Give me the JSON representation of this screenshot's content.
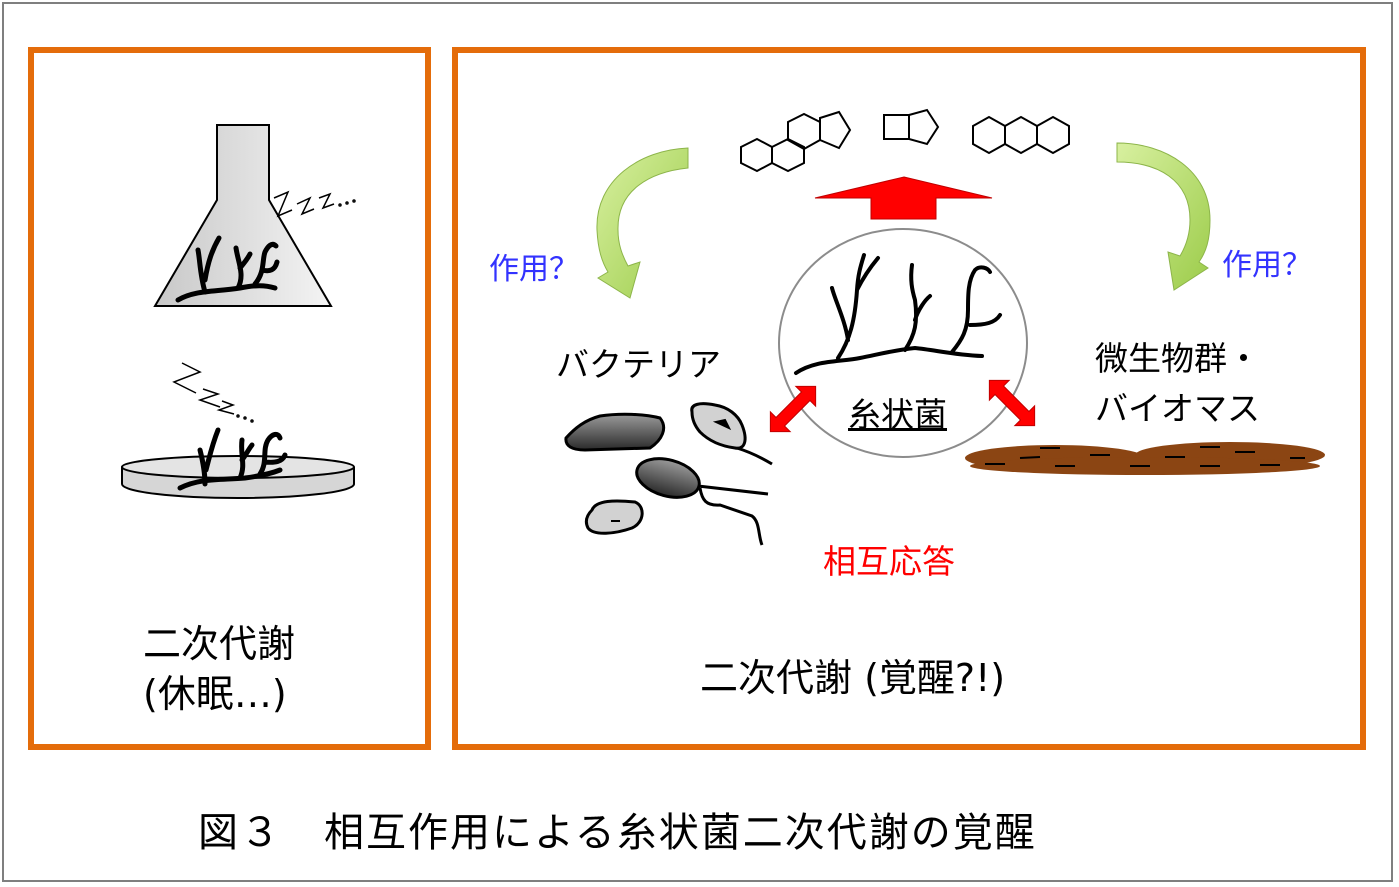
{
  "figure": {
    "caption": "図３　相互作用による糸状菌二次代謝の覚醒",
    "accent_color": "#e46c0a",
    "left_panel": {
      "flask_sleep": "Zzz…",
      "dish_sleep": "Zzz…",
      "title_line1": "二次代謝",
      "title_line2": "(休眠…)"
    },
    "right_panel": {
      "left_arrow_label": "作用？",
      "right_arrow_label": "作用？",
      "bacteria_label": "バクテリア",
      "fungus_label": "糸状菌",
      "biomass_line1": "微生物群・",
      "biomass_line2": "バイオマス",
      "interaction_label": "相互応答",
      "title": "二次代謝 (覚醒?!)"
    },
    "colors": {
      "arrow_green": "#a8d45a",
      "arrow_red": "#ff0000",
      "biomass_brown": "#8b4513",
      "label_blue": "#3333ff",
      "label_red": "#ff0000"
    }
  }
}
